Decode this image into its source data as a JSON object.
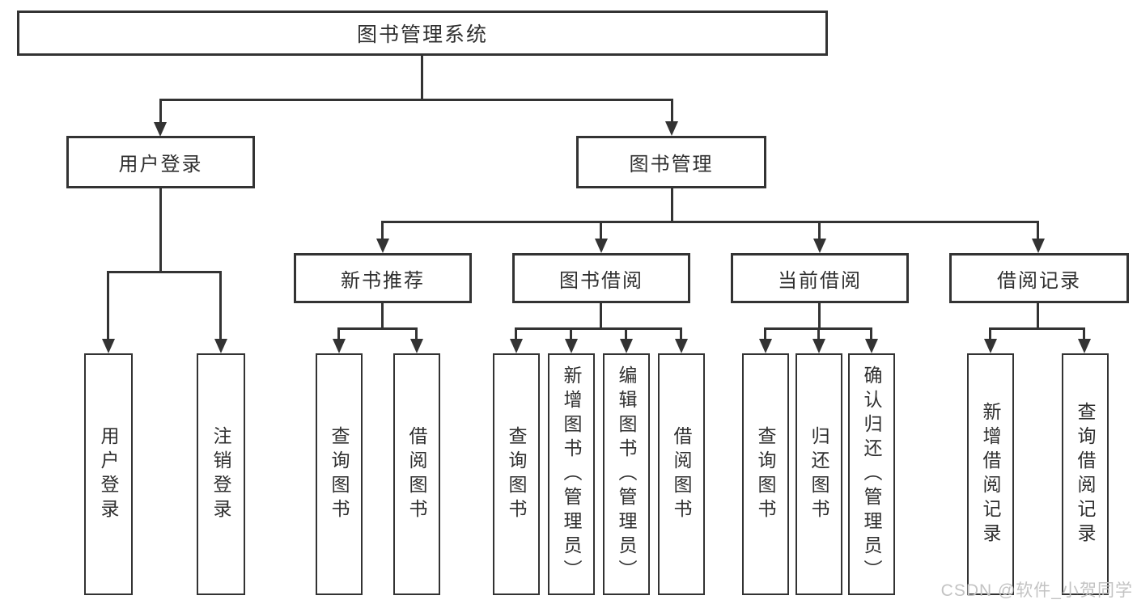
{
  "colors": {
    "line": "#333333",
    "text": "#2f2f2f",
    "bg": "#ffffff",
    "watermark": "#c3c3c3"
  },
  "tree": {
    "root": {
      "label": "图书管理系统"
    },
    "branches": [
      {
        "label": "用户登录",
        "children": [
          {
            "label": "用户登录"
          },
          {
            "label": "注销登录"
          }
        ]
      },
      {
        "label": "图书管理",
        "children": [
          {
            "label": "新书推荐",
            "children": [
              {
                "label": "查询图书"
              },
              {
                "label": "借阅图书"
              }
            ]
          },
          {
            "label": "图书借阅",
            "children": [
              {
                "label": "查询图书"
              },
              {
                "label": "新增图书（管理员）"
              },
              {
                "label": "编辑图书（管理员）"
              },
              {
                "label": "借阅图书"
              }
            ]
          },
          {
            "label": "当前借阅",
            "children": [
              {
                "label": "查询图书"
              },
              {
                "label": "归还图书"
              },
              {
                "label": "确认归还（管理员）"
              }
            ]
          },
          {
            "label": "借阅记录",
            "children": [
              {
                "label": "新增借阅记录"
              },
              {
                "label": "查询借阅记录"
              }
            ]
          }
        ]
      }
    ]
  },
  "watermark": {
    "text": "CSDN @软件_小贺同学"
  }
}
